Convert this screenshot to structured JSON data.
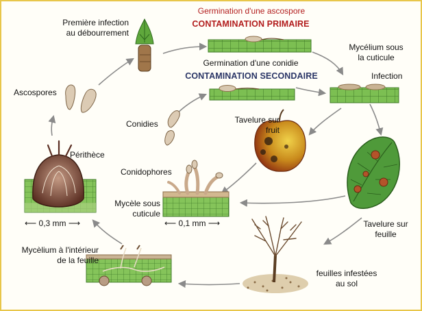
{
  "labels": {
    "premiere_infection": [
      "Première infection",
      "au débourrement"
    ],
    "germination_ascospore": "Germination d'une ascospore",
    "contamination_primaire": "CONTAMINATION PRIMAIRE",
    "germination_conidie": "Germination d'une conidie",
    "contamination_secondaire": "CONTAMINATION SECONDAIRE",
    "mycelium_sous_cuticule": [
      "Mycélium sous",
      "la cuticule"
    ],
    "infection": "Infection",
    "ascospores": "Ascospores",
    "conidies": "Conidies",
    "tavelure_fruit": [
      "Tavelure sur",
      "fruit"
    ],
    "perithece": "Périthèce",
    "conidophores": "Conidophores",
    "mycele_sous_cuticule": [
      "Mycèle sous",
      "cuticule"
    ],
    "scale_03": "⟵ 0,3 mm ⟶",
    "scale_01": "⟵ 0,1 mm ⟶",
    "tavelure_feuille": [
      "Tavelure sur",
      "feuille"
    ],
    "mycelium_interieur": [
      "Mycèlium à l'intérieur",
      "de la feuille"
    ],
    "feuilles_infestees": [
      "feuilles infestées",
      "au sol"
    ]
  },
  "colors": {
    "frame": "#e8c64a",
    "primary_heading": "#b21c1c",
    "secondary_heading": "#2a3566",
    "arrow": "#8a8a8a",
    "leaf_tissue": "#6fb04a"
  }
}
